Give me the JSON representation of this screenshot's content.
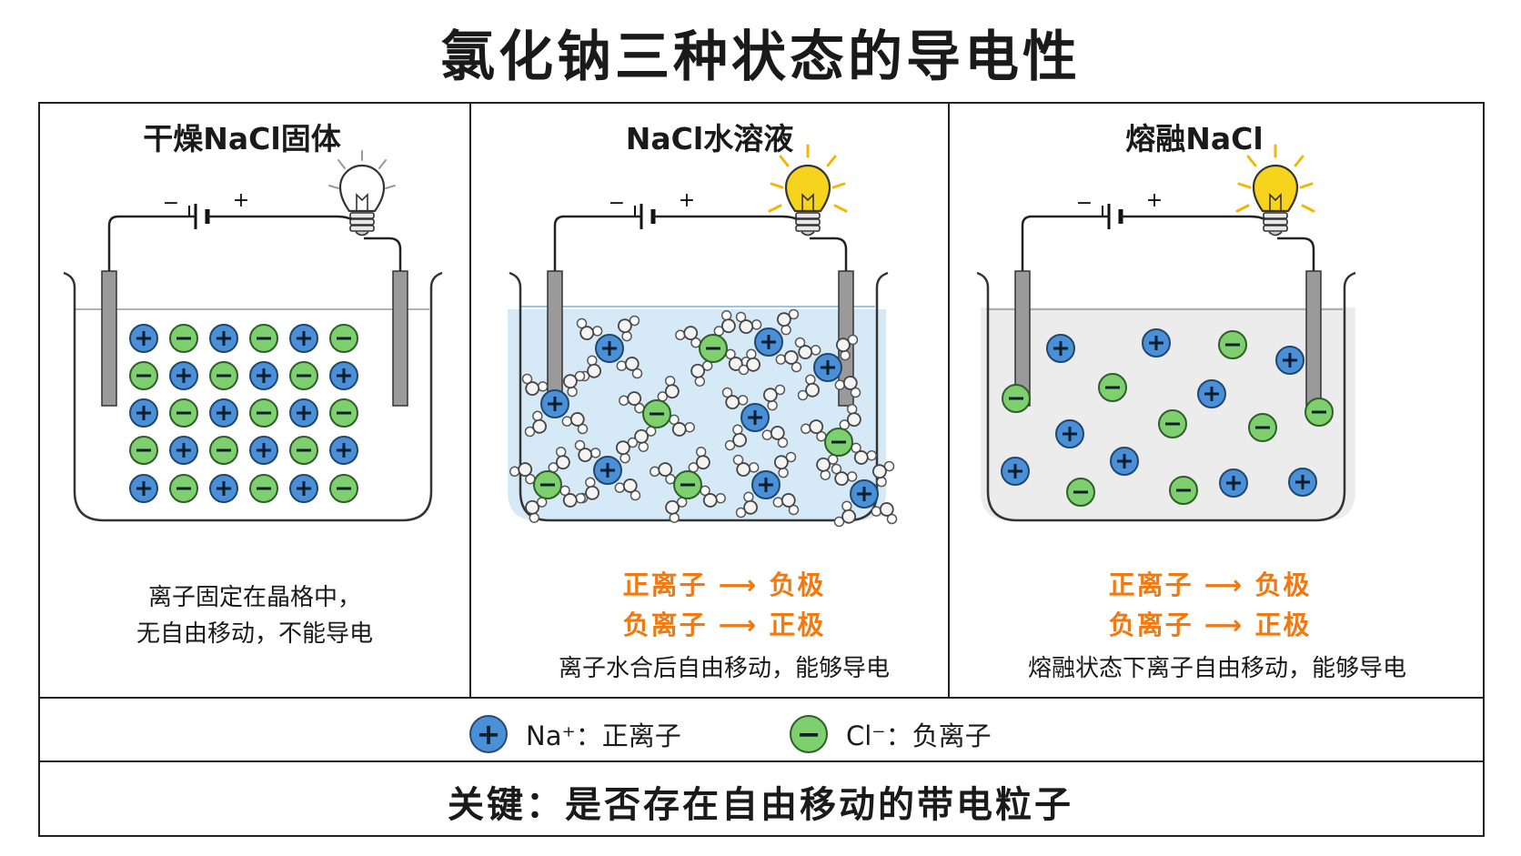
{
  "title": "氯化钠三种状态的导电性",
  "panels": [
    {
      "title": "干燥NaCl固体",
      "battery_minus": "−",
      "battery_plus": "+",
      "bulb_lit": false,
      "caption_lines": [
        "离子固定在晶格中，",
        "无自由移动，不能导电"
      ]
    },
    {
      "title": "NaCl水溶液",
      "battery_minus": "−",
      "battery_plus": "+",
      "bulb_lit": true,
      "flow_lines": [
        "正离子 ⟶ 负极",
        "负离子 ⟶ 正极"
      ],
      "caption_lines": [
        "离子水合后自由移动，能够导电"
      ]
    },
    {
      "title": "熔融NaCl",
      "battery_minus": "−",
      "battery_plus": "+",
      "bulb_lit": true,
      "flow_lines": [
        "正离子 ⟶ 负极",
        "负离子 ⟶ 正极"
      ],
      "caption_lines": [
        "熔融状态下离子自由移动，能够导电"
      ]
    }
  ],
  "legend": {
    "positive": {
      "symbol": "+",
      "label": "Na⁺：正离子"
    },
    "negative": {
      "symbol": "−",
      "label": "Cl⁻：负离子"
    }
  },
  "key_point": "关键：是否存在自由移动的带电粒子",
  "colors": {
    "positive_ion": "#4a90d9",
    "negative_ion": "#7ecf6e",
    "solution": "#d6e9f6",
    "molten": "#ececec",
    "flow_text": "#f07a12",
    "bulb_lit": "#f6d31c",
    "electrode": "#9a9a9a"
  }
}
